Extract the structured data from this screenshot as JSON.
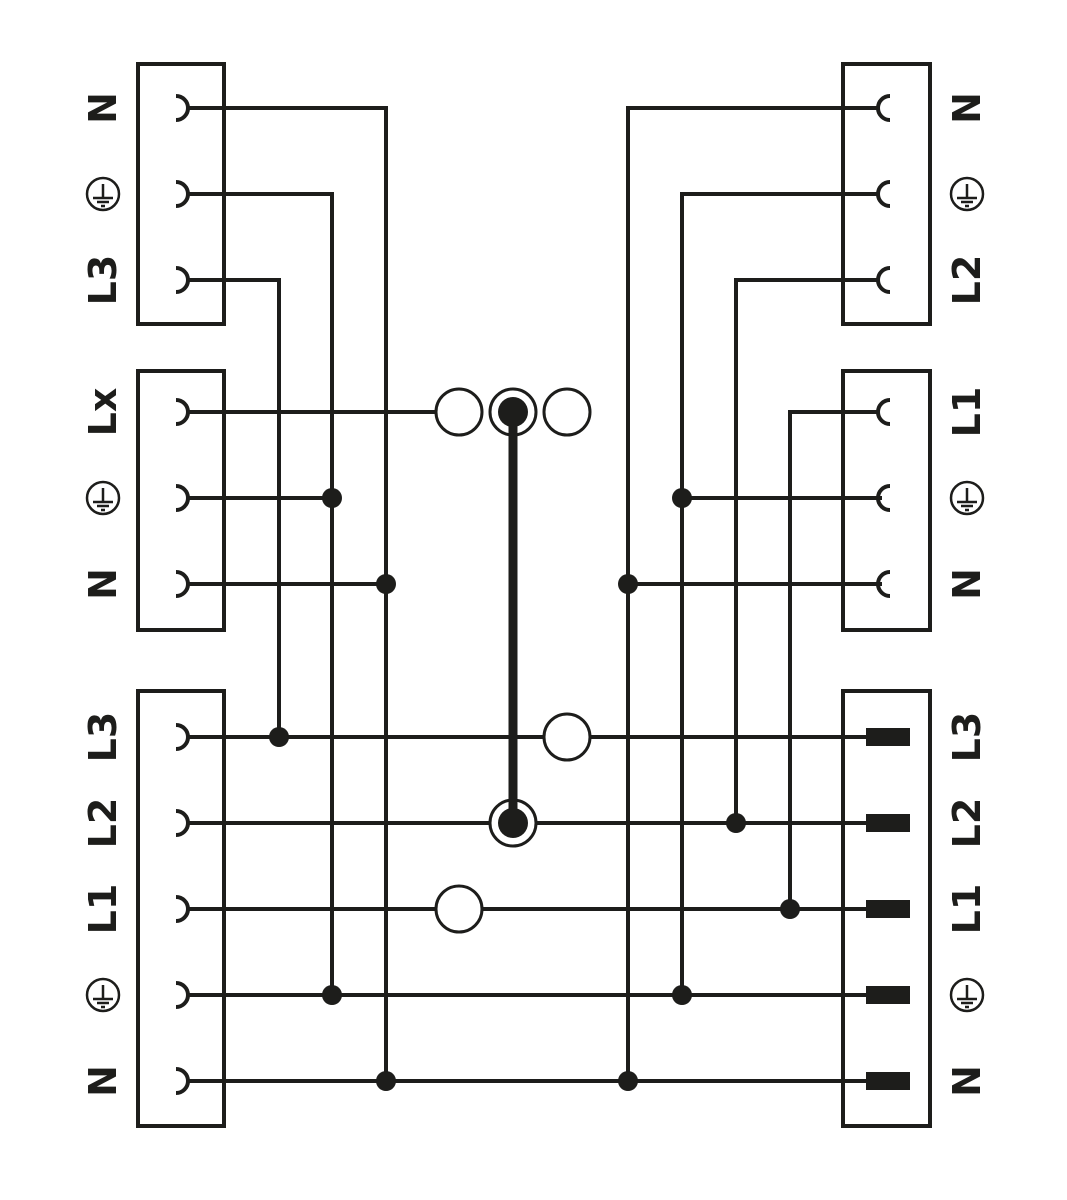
{
  "colors": {
    "ink": "#1d1d1b",
    "background": "#ffffff"
  },
  "icons": {
    "earth": "protective-earth-icon"
  },
  "left_blocks": [
    {
      "name": "terminal-block-top-left",
      "labels": [
        "N",
        "earth",
        "L3"
      ]
    },
    {
      "name": "terminal-block-middle-left",
      "labels": [
        "Lx",
        "earth",
        "N"
      ]
    },
    {
      "name": "terminal-block-bottom-left",
      "labels": [
        "L3",
        "L2",
        "L1",
        "earth",
        "N"
      ]
    }
  ],
  "right_blocks": [
    {
      "name": "terminal-block-top-right",
      "labels": [
        "N",
        "earth",
        "L2"
      ]
    },
    {
      "name": "terminal-block-middle-right",
      "labels": [
        "L1",
        "earth",
        "N"
      ]
    },
    {
      "name": "terminal-block-bottom-right",
      "labels": [
        "L3",
        "L2",
        "L1",
        "earth",
        "N"
      ]
    }
  ],
  "selector": {
    "name": "phase-selector-bridge",
    "upper_contacts": 3,
    "lower_contacts": 3,
    "selected_upper": 2,
    "selected_lower": 2
  }
}
